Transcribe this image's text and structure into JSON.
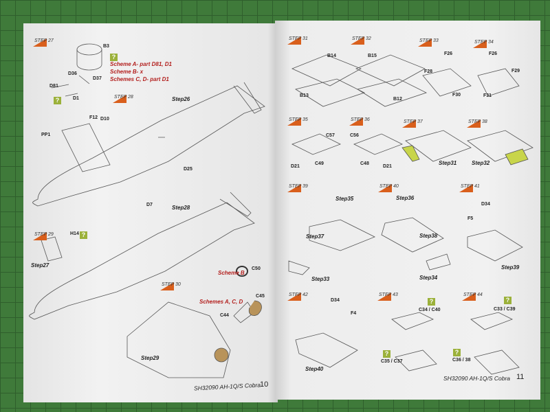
{
  "left_page": {
    "page_number": "10",
    "footer": "SH32090 AH-1Q/S Cobra",
    "steps": [
      {
        "badge": "STEP 27",
        "parts": [
          "B3",
          "D36",
          "D37",
          "D81",
          "D1"
        ],
        "notes": [
          "Scheme A- part D81, D1",
          "Scheme B- x",
          "Schemes C, D- part D1"
        ]
      },
      {
        "badge": "STEP 28",
        "refs": [
          "Step26"
        ],
        "parts": [
          "F12",
          "D10",
          "PP1",
          "D25"
        ]
      },
      {
        "badge": "",
        "refs": [
          "Step28"
        ],
        "parts": [
          "D7"
        ]
      },
      {
        "badge": "STEP 29",
        "refs": [
          "Step27"
        ],
        "parts": [
          "H14"
        ]
      },
      {
        "badge": "STEP 30",
        "refs": [
          "Step29"
        ],
        "parts": [
          "C50",
          "C45",
          "C44"
        ],
        "notes": [
          "Scheme B",
          "Schemes A, C, D"
        ]
      }
    ],
    "help_icon": "?"
  },
  "right_page": {
    "page_number": "11",
    "footer": "SH32090 AH-1Q/S Cobra",
    "steps": [
      {
        "badge": "STEP 31",
        "parts": [
          "B14",
          "B13"
        ]
      },
      {
        "badge": "STEP 32",
        "parts": [
          "B15",
          "B12"
        ]
      },
      {
        "badge": "STEP 33",
        "parts": [
          "F26",
          "F28",
          "F30"
        ]
      },
      {
        "badge": "STEP 34",
        "parts": [
          "F26",
          "F29",
          "F31"
        ]
      },
      {
        "badge": "STEP 35",
        "parts": [
          "C57",
          "C49",
          "D21"
        ]
      },
      {
        "badge": "STEP 36",
        "parts": [
          "C56",
          "C48",
          "D21"
        ]
      },
      {
        "badge": "STEP 37",
        "refs": [
          "Step31"
        ]
      },
      {
        "badge": "STEP 38",
        "refs": [
          "Step32"
        ]
      },
      {
        "badge": "STEP 39",
        "refs": [
          "Step35",
          "Step37",
          "Step33"
        ]
      },
      {
        "badge": "STEP 40",
        "refs": [
          "Step36",
          "Step38",
          "Step34"
        ]
      },
      {
        "badge": "STEP 41",
        "refs": [
          "Step39"
        ],
        "parts": [
          "D34",
          "F5"
        ]
      },
      {
        "badge": "STEP 42",
        "refs": [
          "Step40"
        ],
        "parts": [
          "D34",
          "F4"
        ]
      },
      {
        "badge": "STEP 43",
        "parts": [
          "C34 / C40",
          "C35 / C37"
        ]
      },
      {
        "badge": "STEP 44",
        "parts": [
          "C33 / C39",
          "C36 / 38"
        ]
      }
    ]
  },
  "colors": {
    "badge": "#d95f1c",
    "help": "#9bb13a",
    "scheme_text": "#b3201e",
    "mat": "#3f7a3a",
    "paint_mask": "#c8d54a",
    "clear_part": "#b8935a"
  }
}
